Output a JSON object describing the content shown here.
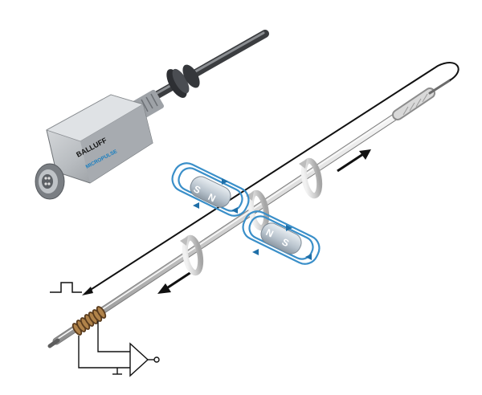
{
  "sensor": {
    "brand": "BALLUFF",
    "product_line": "MICROPULSE"
  },
  "magnets": [
    {
      "north_label": "N",
      "south_label": "S"
    },
    {
      "north_label": "N",
      "south_label": "S"
    }
  ],
  "colors": {
    "magnet_field": "#3a8fc9",
    "wire": "#111111",
    "rod_light": "#e8e8e8",
    "rod_dark": "#8a8a8a",
    "ring": "#d8d8d8",
    "housing": "#b9bcbf",
    "brand_blue": "#1a7fc0"
  },
  "icons": [
    "square-pulse-icon",
    "amplifier-symbol-icon",
    "ground-symbol-icon",
    "signal-direction-arrow-icon",
    "rotation-ring-icon"
  ]
}
